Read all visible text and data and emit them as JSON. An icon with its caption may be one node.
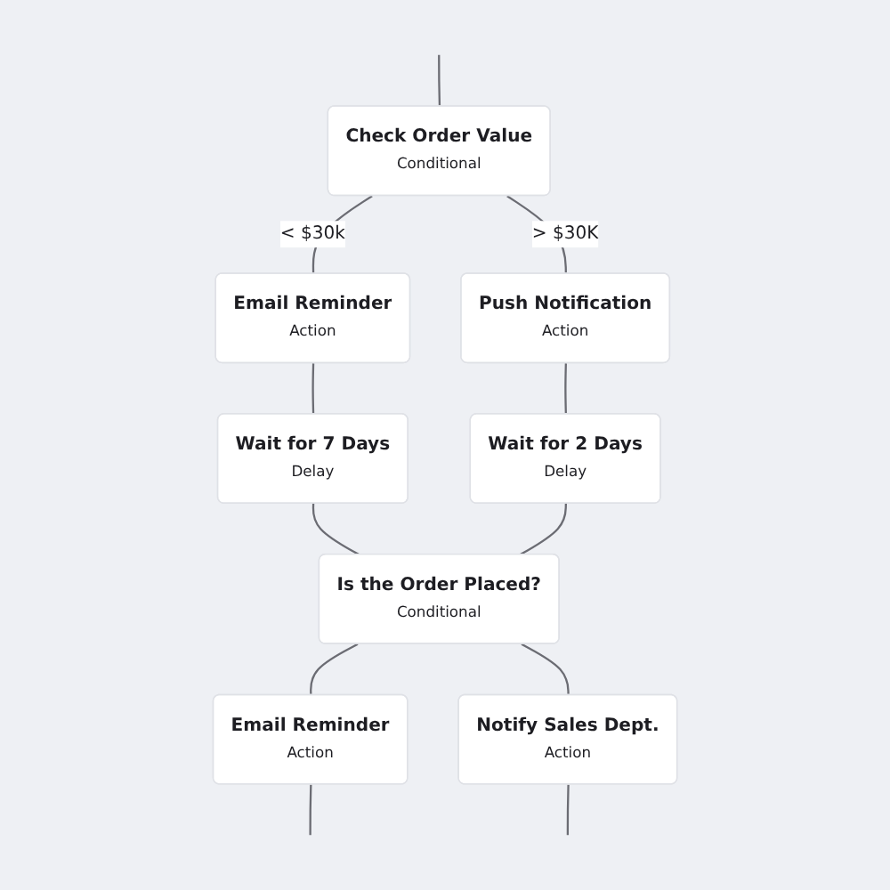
{
  "diagram": {
    "nodes": [
      {
        "text": [
          "Check Order Value",
          "Conditional"
        ]
      },
      {
        "text": [
          "Email Reminder",
          "Action"
        ]
      },
      {
        "text": [
          "Push Notification",
          "Action"
        ]
      },
      {
        "text": [
          "Wait for 7 Days",
          "Delay"
        ]
      },
      {
        "text": [
          "Wait for 2 Days",
          "Delay"
        ]
      },
      {
        "text": [
          "Is the Order Placed?",
          "Conditional"
        ]
      },
      {
        "text": [
          "Email Reminder",
          "Action"
        ]
      },
      {
        "text": [
          "Notify Sales Dept.",
          "Action"
        ]
      }
    ],
    "edges": [
      {
        "from": null,
        "to": 0,
        "arrow": "none"
      },
      {
        "from": 0,
        "to": 1,
        "label": "< $30k",
        "arrow": "none"
      },
      {
        "from": 0,
        "to": 2,
        "label": "> $30K",
        "arrow": "none"
      },
      {
        "from": 1,
        "to": 3,
        "arrow": "none"
      },
      {
        "from": 2,
        "to": 4,
        "arrow": "none"
      },
      {
        "from": 3,
        "to": 5,
        "arrow": "none"
      },
      {
        "from": 4,
        "to": 5,
        "arrow": "none"
      },
      {
        "from": 5,
        "to": 6,
        "arrow": "none"
      },
      {
        "from": 5,
        "to": 7,
        "arrow": "none"
      },
      {
        "from": 6,
        "to": null,
        "arrow": "none"
      },
      {
        "from": 7,
        "to": null,
        "arrow": "none"
      }
    ]
  }
}
